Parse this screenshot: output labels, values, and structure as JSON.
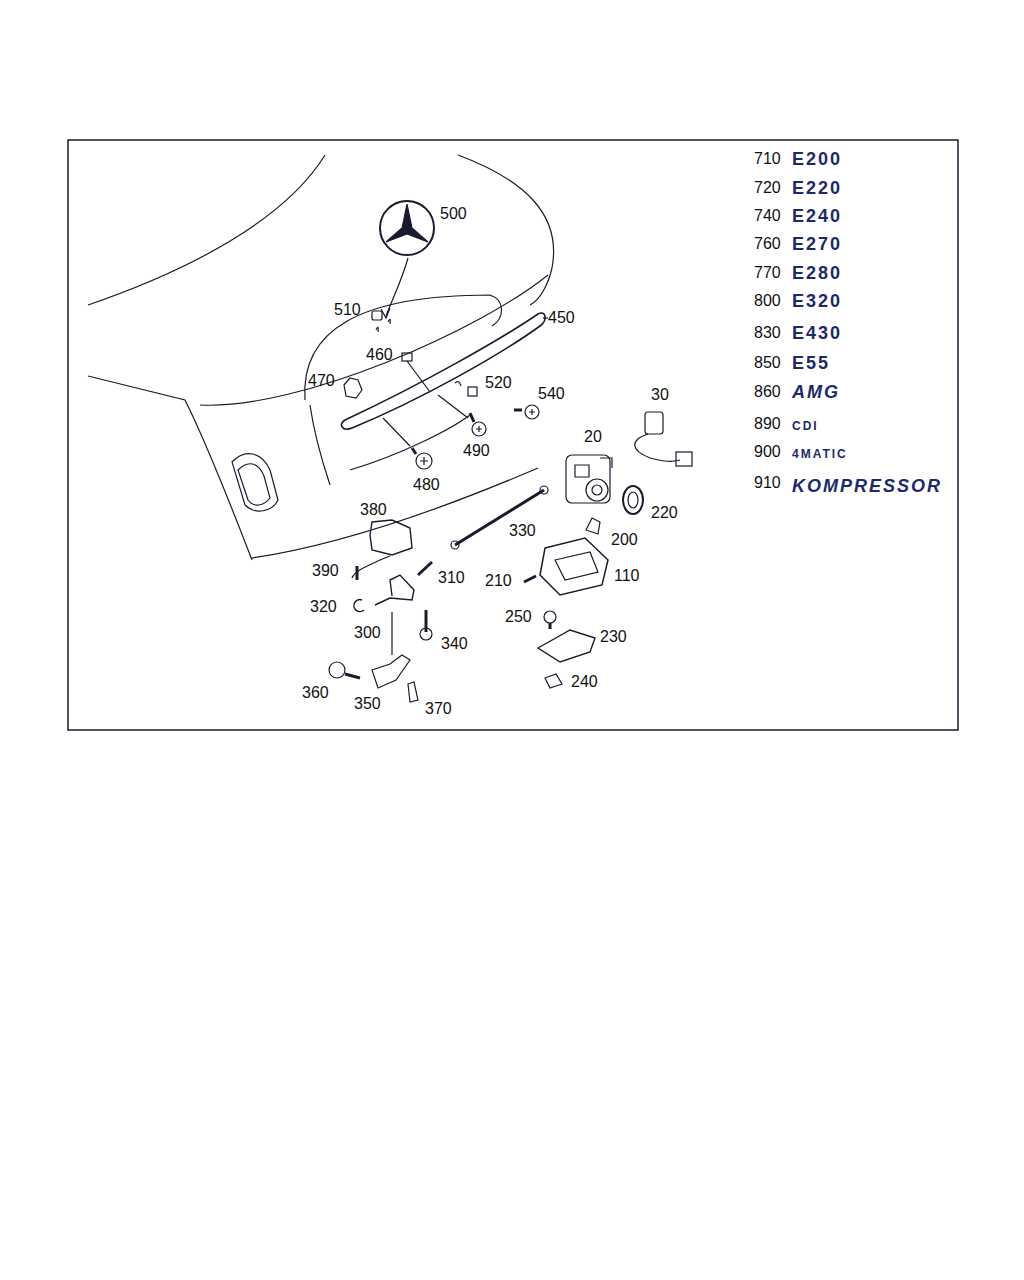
{
  "diagram": {
    "labels": [
      "710",
      "E200",
      "720",
      "E220",
      "740",
      "E240",
      "760",
      "E270",
      "770",
      "E280",
      "800",
      "E320",
      "830",
      "E430",
      "850",
      "E55",
      "860",
      "AMG",
      "890",
      "CDI",
      "900",
      "4MATIC",
      "910",
      "KOMPRESSOR",
      "500",
      "510",
      "450",
      "460",
      "470",
      "520",
      "540",
      "30",
      "490",
      "20",
      "480",
      "220",
      "380",
      "330",
      "200",
      "390",
      "310",
      "210",
      "110",
      "320",
      "250",
      "230",
      "300",
      "340",
      "360",
      "350",
      "370",
      "240"
    ]
  }
}
